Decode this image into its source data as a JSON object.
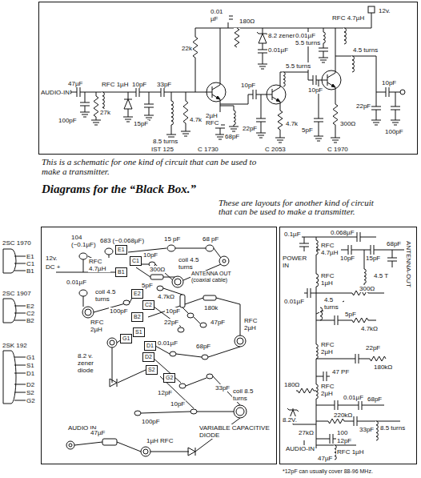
{
  "diagram": {
    "title": "Diagrams for the “Black Box.”",
    "caption": "This is a schematic for one kind of circuit that can be used to make a transmitter.",
    "nodes": [
      {
        "text": [
          "E1"
        ]
      },
      {
        "text": [
          "C1"
        ]
      },
      {
        "text": [
          "B1"
        ]
      },
      {
        "text": [
          "E2"
        ]
      },
      {
        "text": [
          "C2"
        ]
      },
      {
        "text": [
          "B2"
        ]
      },
      {
        "text": [
          "S1"
        ]
      },
      {
        "text": [
          "G1"
        ]
      },
      {
        "text": [
          "D1"
        ]
      },
      {
        "text": [
          "D2"
        ]
      },
      {
        "text": [
          "S2"
        ]
      },
      {
        "text": [
          "G2"
        ]
      }
    ],
    "labels": [
      "AUDIO-IN",
      "47µF",
      "100pF",
      "RFC 1µH",
      "27k",
      "10pF",
      "15pF",
      "33pF",
      "8.5 turns",
      "4.7k",
      "22k",
      "0.01 µF",
      "180Ω",
      "8.2 zener D.",
      "0.01µF",
      "2µH RFC",
      "68pF",
      "10pF",
      "22pF",
      "4.7k",
      "5pF",
      "300Ω",
      "RFC 4.7µH",
      "12v.",
      "0.01µF",
      "5.5 turns",
      "4.5 turns",
      "5.5 turns",
      "10pF",
      "10pF",
      "22pF",
      "100pF",
      "IST 125",
      "C 1730",
      "C 2053",
      "C 1970",
      "These are layouts for another kind of circuit that can be used to make a transmitter.",
      "104 (~0.1µF)",
      "683 (~0.068µF)",
      "15 pF",
      "68 pF",
      "12v.",
      "DC +",
      "RFC 4.7µH",
      "10pF",
      "coil 4.5 turns",
      "ANTENNA OUT (coaxial cable)",
      "300Ω",
      "0.01µF",
      "coil 4.5 turns",
      "5pF",
      "4.7kΩ",
      "100pF",
      "10pF",
      "22pF",
      "180k",
      "47pF",
      "RFC 2µH",
      "RFC 2µH",
      "0.01µF",
      "68pF",
      "8.2 v. zener diode",
      "12pF",
      "33pF",
      "coil 8.5 turns",
      "10pF",
      "100pF",
      "AUDIO IN",
      "47µF",
      "1µH RFC",
      "VARIABLE CAPACITIVE DIODE",
      "2SC 1970",
      "E1",
      "C1",
      "B1",
      "2SC 1907",
      "E2",
      "C2",
      "B2",
      "2SK 192",
      "G1",
      "S1",
      "D1",
      "D2",
      "S2",
      "G2",
      "0.1µF",
      "0.068µF",
      "POWER IN",
      "RFC 4.7µH",
      "RFC 1µH",
      "10pF",
      "15pF",
      "68pF",
      "4.5 T",
      "ANTENNA-OUT",
      "300Ω",
      "0.01µF",
      "4.5 turns",
      "5pF",
      "4.7kΩ",
      "RFC 2µH",
      "22pF",
      "180kΩ",
      "47 PF",
      "RFC 2µH",
      "180Ω",
      "0.01µF",
      "68pF",
      "8.2V.",
      "220kΩ",
      "33pF",
      "8.5 turns",
      "100",
      "12pF",
      "27kΩ",
      "AUDIO-IN",
      "RFC 1µH",
      "47µF",
      "*12pF can usually cover 88-96 MHz."
    ]
  }
}
